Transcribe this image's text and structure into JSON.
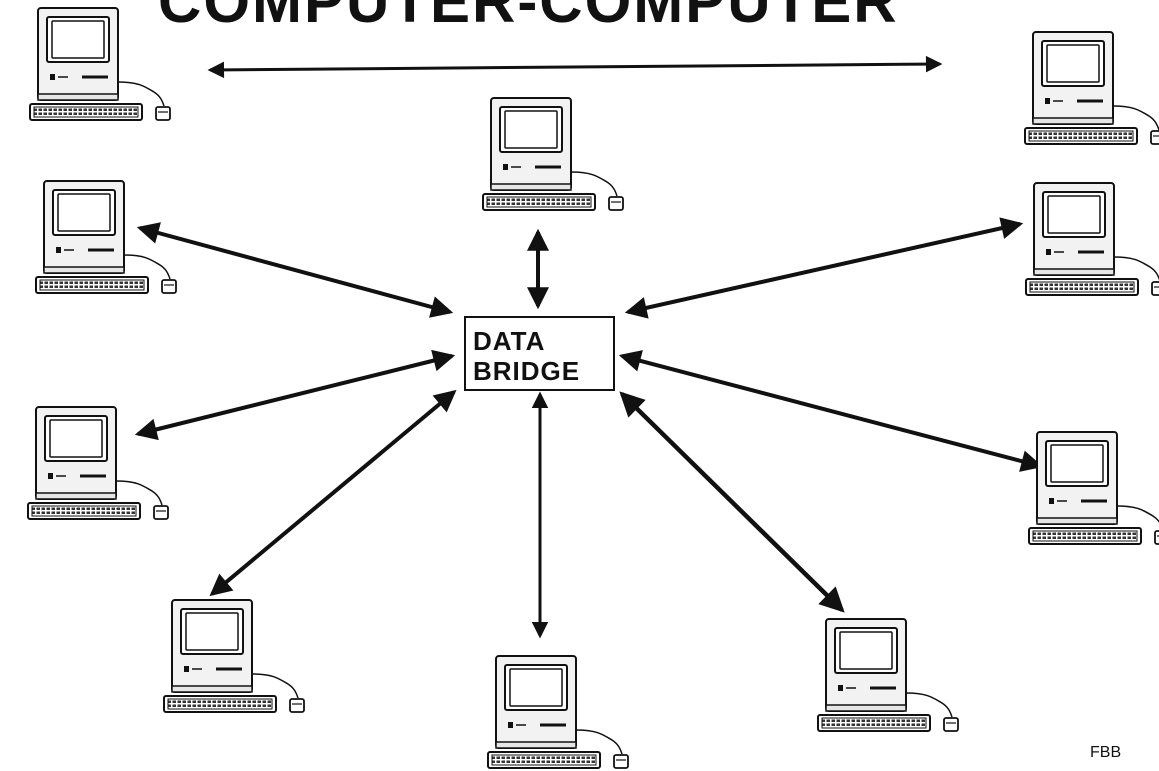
{
  "title": "COMPUTER-COMPUTER",
  "hub": {
    "line1": "DATA",
    "line2": "BRIDGE"
  },
  "credit": "FBB",
  "colors": {
    "ink": "#111111",
    "paper": "#ffffff",
    "screen": "#ffffff",
    "case": "#f2f2f2"
  },
  "nodes": [
    {
      "name": "computer-top-left",
      "icon": "macintosh-computer-icon"
    },
    {
      "name": "computer-top-right",
      "icon": "macintosh-computer-icon"
    },
    {
      "name": "computer-top-center",
      "icon": "macintosh-computer-icon"
    },
    {
      "name": "computer-left-upper",
      "icon": "macintosh-computer-icon"
    },
    {
      "name": "computer-right-upper",
      "icon": "macintosh-computer-icon"
    },
    {
      "name": "computer-left-lower",
      "icon": "macintosh-computer-icon"
    },
    {
      "name": "computer-right-lower",
      "icon": "macintosh-computer-icon"
    },
    {
      "name": "computer-bottom-left",
      "icon": "macintosh-computer-icon"
    },
    {
      "name": "computer-bottom-center",
      "icon": "macintosh-computer-icon"
    },
    {
      "name": "computer-bottom-right",
      "icon": "macintosh-computer-icon"
    }
  ]
}
